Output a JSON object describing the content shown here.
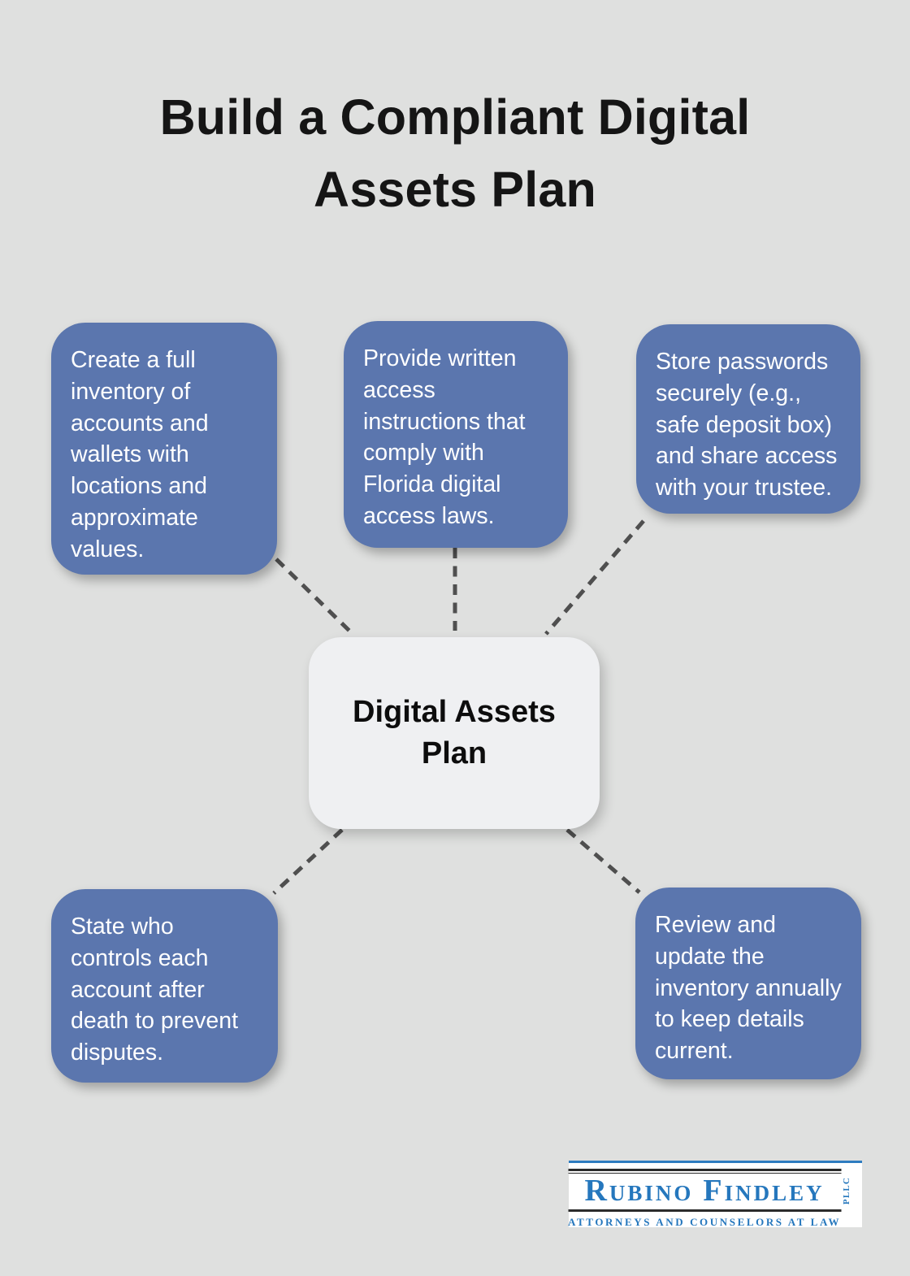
{
  "title": "Build a Compliant Digital Assets Plan",
  "center": {
    "label": "Digital Assets Plan"
  },
  "nodes": [
    {
      "id": "top-left",
      "text": "Create a full inventory of accounts and wallets with locations and approximate values."
    },
    {
      "id": "top-middle",
      "text": "Provide written access instructions that comply with Florida digital access laws."
    },
    {
      "id": "top-right",
      "text": "Store passwords securely (e.g., safe deposit box) and share access with your trustee."
    },
    {
      "id": "bottom-left",
      "text": "State who controls each account after death to prevent disputes."
    },
    {
      "id": "bottom-right",
      "text": "Review and update the inventory annually to keep details current."
    }
  ],
  "logo": {
    "name_first_initial": "R",
    "name_first_rest": "UBINO",
    "name_second_initial": "F",
    "name_second_rest": "INDLEY",
    "suffix": "PLLC",
    "tagline": "ATTORNEYS AND COUNSELORS AT LAW"
  },
  "colors": {
    "background": "#dfe0df",
    "node_fill": "#5b76ae",
    "node_text": "#ffffff",
    "center_fill": "#eff0f2",
    "connector": "#4f4f4f",
    "title_text": "#151515",
    "logo_blue": "#2577bd",
    "logo_rule": "#2b2b2b",
    "logo_background": "#ffffff"
  }
}
